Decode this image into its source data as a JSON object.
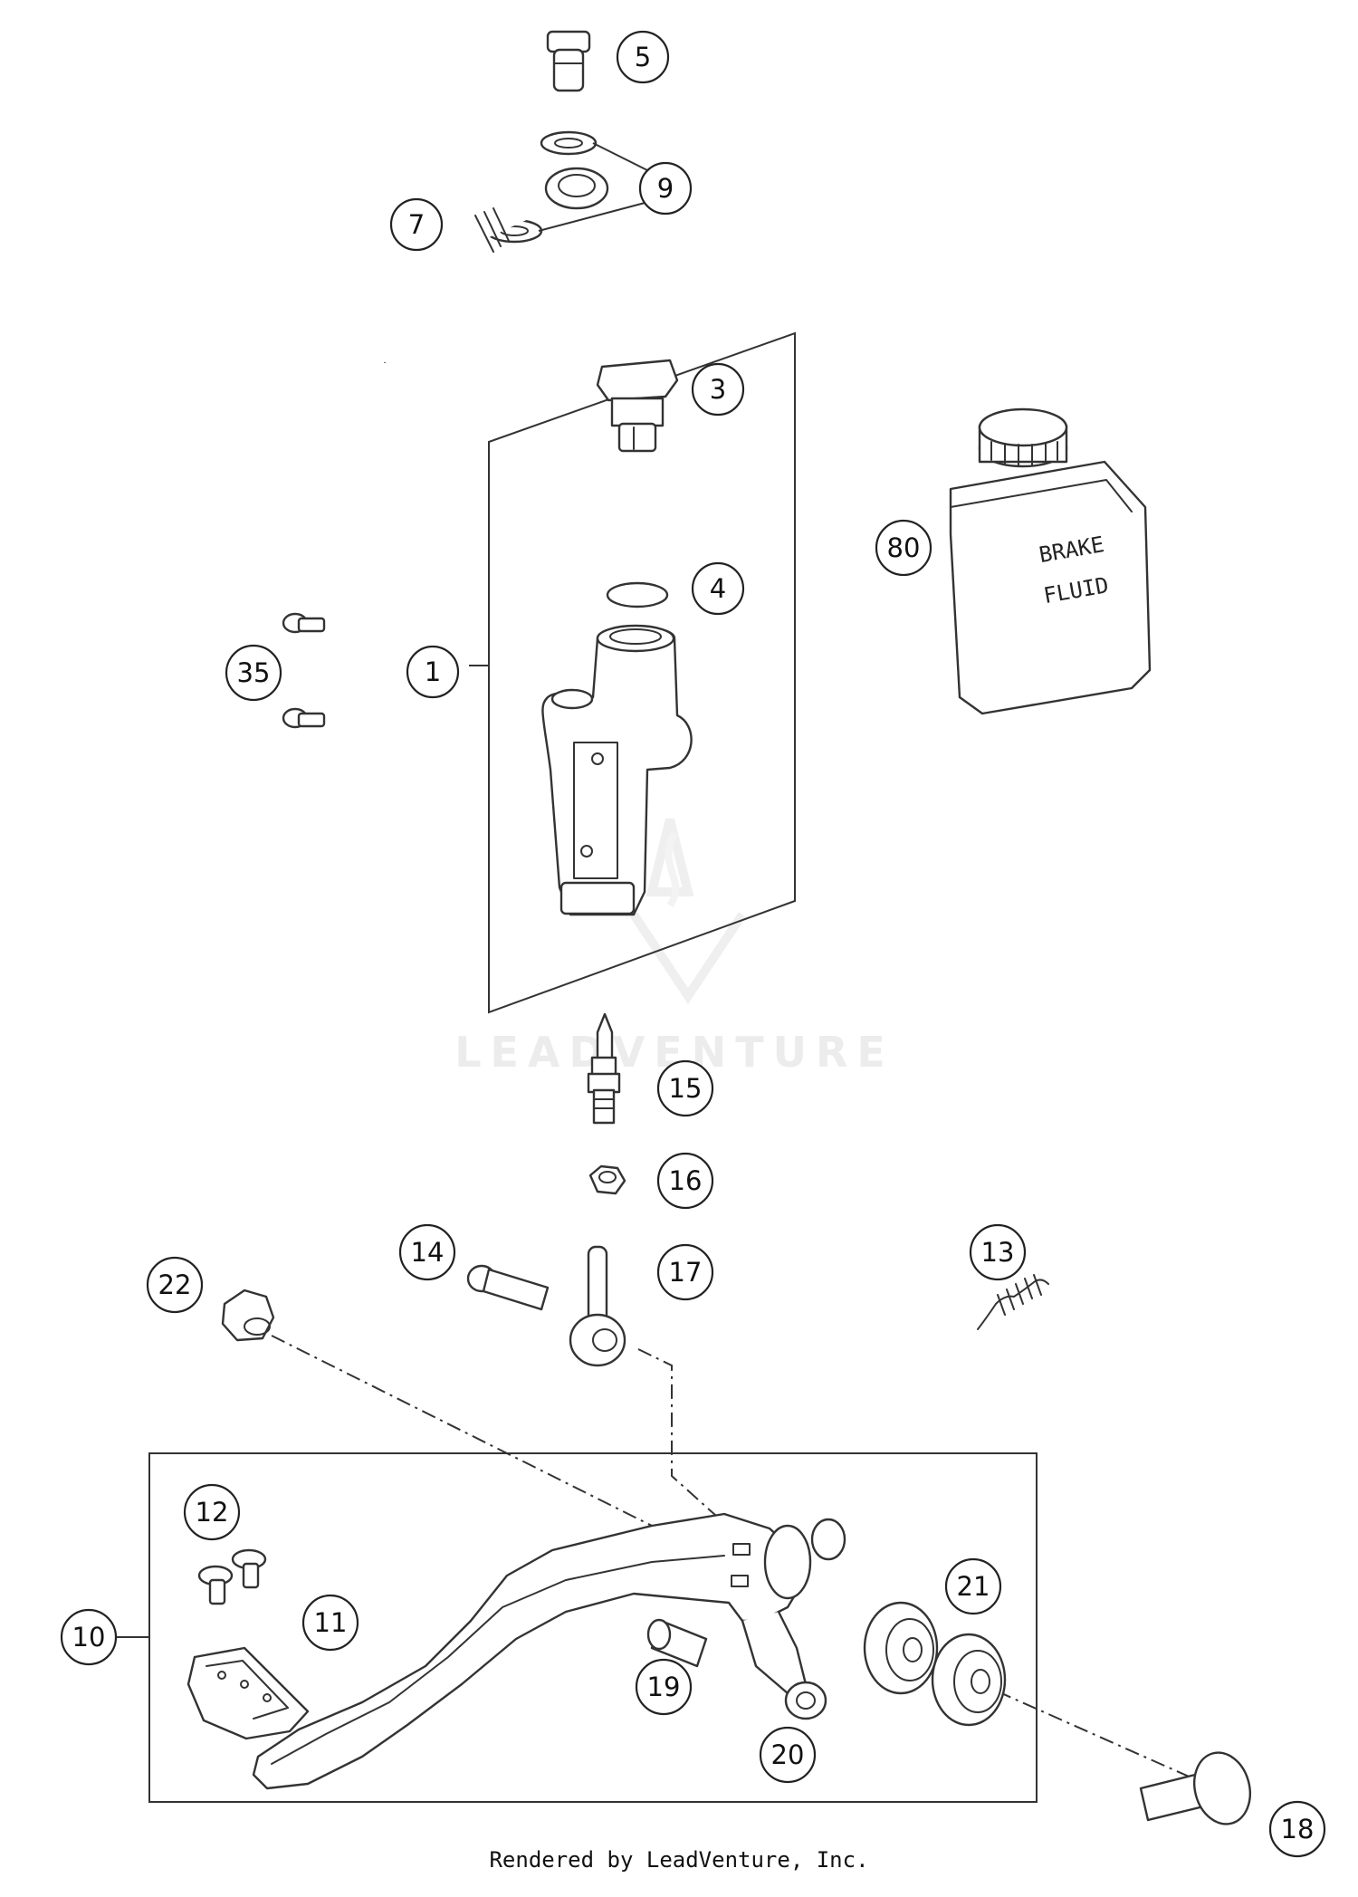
{
  "callouts": [
    {
      "label": "5"
    },
    {
      "label": "9"
    },
    {
      "label": "7"
    },
    {
      "label": "3"
    },
    {
      "label": "80"
    },
    {
      "label": "4"
    },
    {
      "label": "35"
    },
    {
      "label": "1"
    },
    {
      "label": "15"
    },
    {
      "label": "16"
    },
    {
      "label": "14"
    },
    {
      "label": "17"
    },
    {
      "label": "13"
    },
    {
      "label": "22"
    },
    {
      "label": "12"
    },
    {
      "label": "21"
    },
    {
      "label": "10"
    },
    {
      "label": "11"
    },
    {
      "label": "19"
    },
    {
      "label": "20"
    },
    {
      "label": "18"
    }
  ],
  "bottle": {
    "line1": "BRAKE",
    "line2": "FLUID"
  },
  "watermark": "LEADVENTURE",
  "footer": "Rendered by LeadVenture, Inc."
}
